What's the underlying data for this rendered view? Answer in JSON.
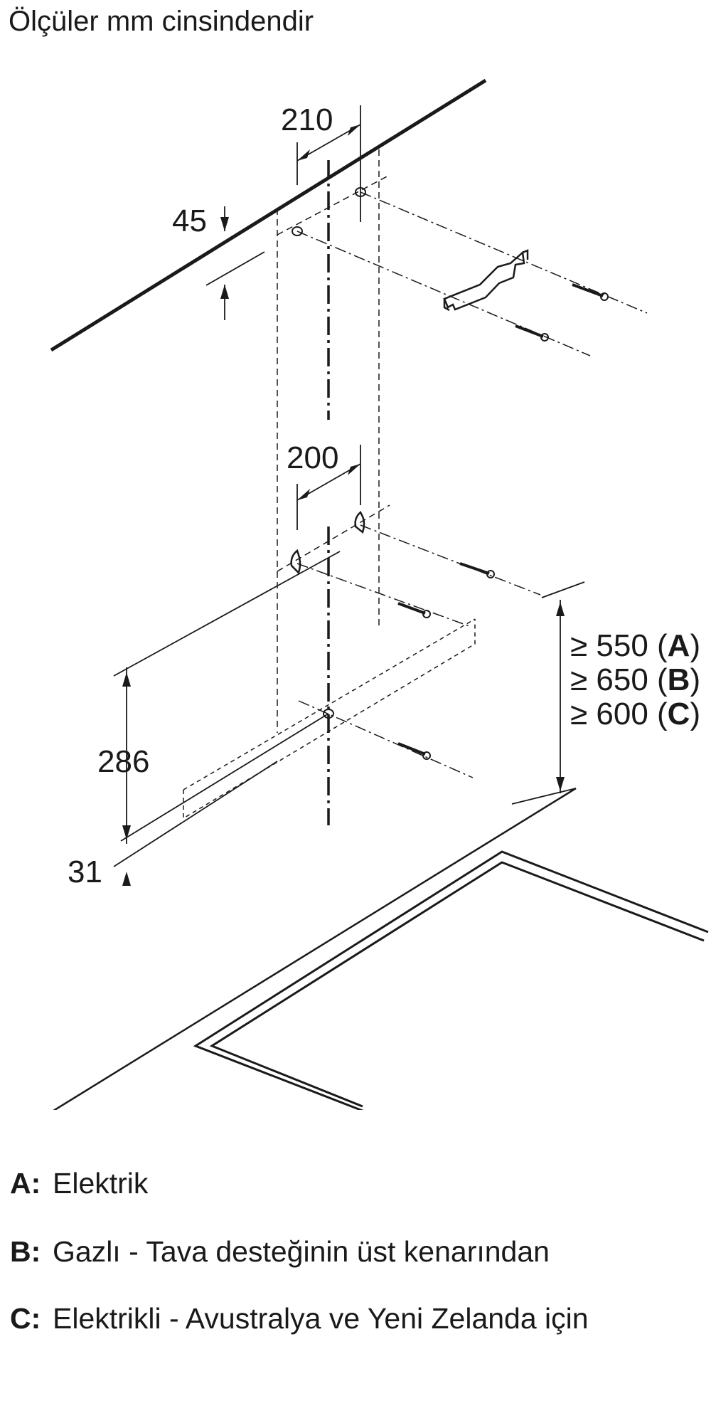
{
  "header": {
    "title": "Ölçüler mm cinsindendir"
  },
  "dimensions": {
    "top_spacing": "210",
    "top_offset": "45",
    "mid_spacing": "200",
    "bracket_height": "286",
    "bottom_offset": "31",
    "min_a": "≥ 550 (",
    "min_b": "≥ 650 (",
    "min_c": "≥ 600 (",
    "letter_a": "A",
    "letter_b": "B",
    "letter_c": "C",
    "close_paren": ")"
  },
  "legend": [
    {
      "key": "A:",
      "text": "Elektrik"
    },
    {
      "key": "B:",
      "text": "Gazlı - Tava desteğinin üst kenarından"
    },
    {
      "key": "C:",
      "text": "Elektrikli - Avustralya ve Yeni Zelanda için"
    }
  ]
}
